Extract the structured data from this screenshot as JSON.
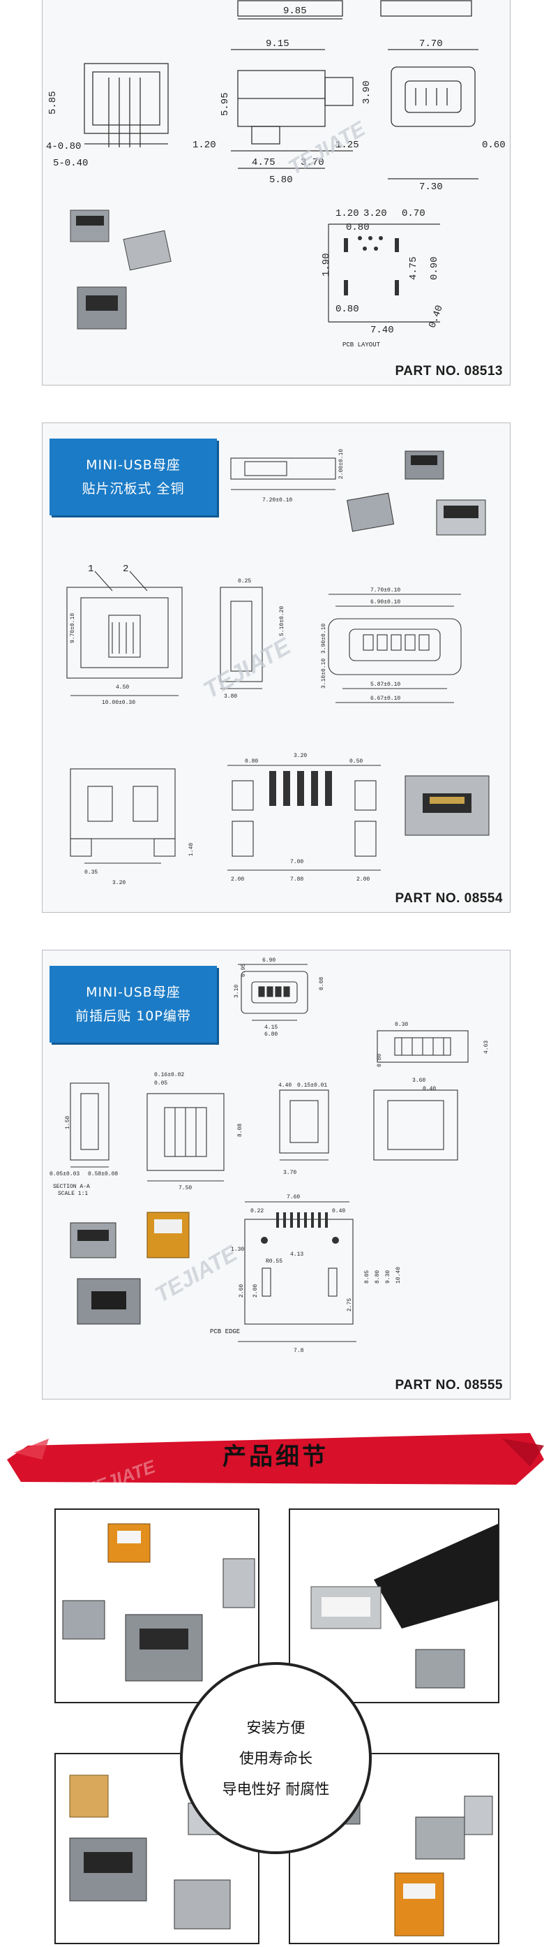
{
  "section1": {
    "dims": [
      "9.85",
      "9.15",
      "7.70",
      "5.85",
      "5.95",
      "3.90",
      "4-0.80",
      "5-0.40",
      "1.20",
      "4.75",
      "3.70",
      "1.25",
      "5.80",
      "0.60",
      "7.30",
      "1.20",
      "3.20",
      "0.80",
      "0.70",
      "1.90",
      "0.80",
      "7.40",
      "4.75",
      "0.90",
      "0.40"
    ],
    "pcb_label": "PCB LAYOUT",
    "part_no": "PART NO. 08513"
  },
  "section2": {
    "label_line1": "MINI-USB母座",
    "label_line2": "贴片沉板式 全铜",
    "dims": [
      "7.20±0.10",
      "2.00±0.10",
      "7.70±0.10",
      "6.90±0.10",
      "9.70±0.10",
      "3.90±0.10",
      "3.10±0.10",
      "5.87±0.10",
      "6.67±0.10",
      "4.50",
      "10.00±0.30",
      "5.10±0.20",
      "3.80",
      "0.25",
      "0.80",
      "3.20",
      "0.50",
      "2.00",
      "7.80",
      "7.00",
      "0.35",
      "3.20",
      "1.40",
      "2.00"
    ],
    "callouts": [
      "1",
      "2"
    ],
    "part_no": "PART NO. 08554"
  },
  "section3": {
    "label_line1": "MINI-USB母座",
    "label_line2": "前插后贴 10P编带",
    "dims": [
      "6.90",
      "6.80",
      "3.10",
      "0.95",
      "4.15",
      "0.08",
      "0.30",
      "0.80",
      "4.63",
      "1.50",
      "0.05±0.03",
      "0.58±0.08",
      "0.16±0.02",
      "0.05",
      "8.08",
      "7.50",
      "4.40",
      "0.15±0.01",
      "3.60",
      "0.40",
      "3.70",
      "7.60",
      "0.22",
      "0.40",
      "1.30",
      "4.13",
      "R0.55",
      "2.60",
      "2.00",
      "8.05",
      "8.80",
      "9.30",
      "10.40",
      "2.75",
      "7.8"
    ],
    "section_note": "SECTION A-A",
    "scale_note": "SCALE 1:1",
    "pcb_edge": "PCB EDGE",
    "part_no": "PART NO. 08555"
  },
  "watermark": {
    "brand": "TEJIATE",
    "color": "#c5cbd3"
  },
  "banner": {
    "title": "产品细节",
    "color": "#d8102a"
  },
  "features": {
    "line1": "安装方便",
    "line2": "使用寿命长",
    "line3": "导电性好 耐腐性"
  }
}
